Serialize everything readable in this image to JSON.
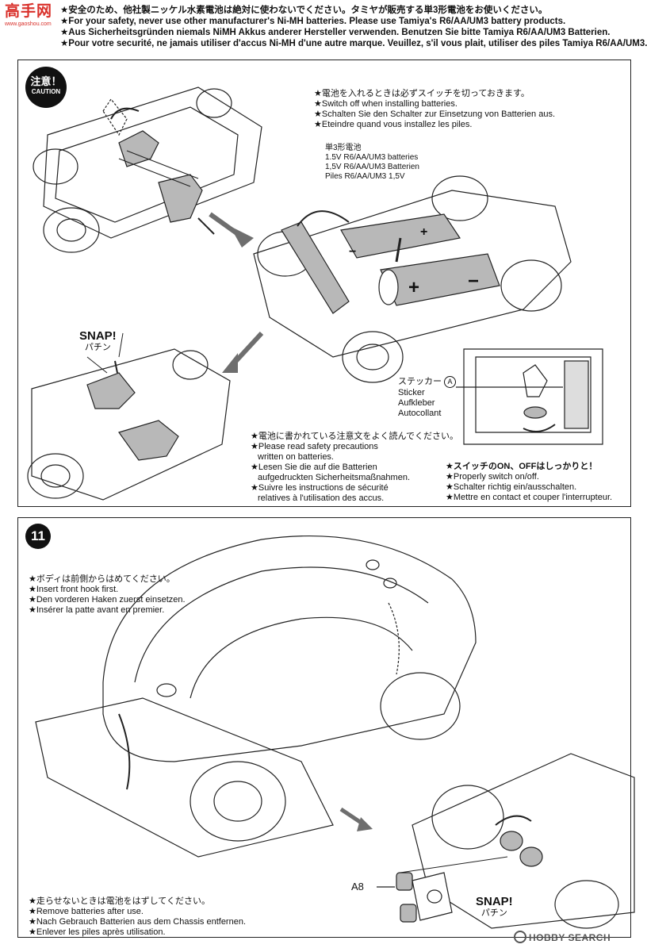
{
  "watermark": {
    "chars": "高手网",
    "url": "www.gaoshou.com"
  },
  "header": {
    "lines": [
      "★安全のため、他社製ニッケル水素電池は絶対に使わないでください。タミヤが販売する単3形電池をお使いください。",
      "★For your safety, never use other manufacturer's Ni-MH batteries. Please use Tamiya's R6/AA/UM3 battery products.",
      "★Aus Sicherheitsgründen niemals NiMH Akkus anderer Hersteller verwenden. Benutzen Sie bitte Tamiya R6/AA/UM3 Batterien.",
      "★Pour votre securité, ne jamais utiliser d'accus Ni-MH d'une autre marque. Veuillez, s'il vous plait, utiliser des piles Tamiya R6/AA/UM3."
    ]
  },
  "caution": {
    "jp": "注意！",
    "en": "CAUTION"
  },
  "switch_off_note": [
    "電池を入れるときは必ずスイッチを切っておきます。",
    "Switch off when installing batteries.",
    "Schalten Sie den Schalter zur Einsetzung von Batterien aus.",
    "Eteindre quand vous installez les piles."
  ],
  "battery_label": [
    "単3形電池",
    "1.5V R6/AA/UM3 batteries",
    "1,5V R6/AA/UM3 Batterien",
    "Piles R6/AA/UM3 1,5V"
  ],
  "snap_top": {
    "en": "SNAP!",
    "jp": "パチン"
  },
  "sticker_label": {
    "jp": "ステッカー",
    "marker": "A",
    "lines": [
      "Sticker",
      "Aufkleber",
      "Autocollant"
    ]
  },
  "safety_note": [
    "★電池に書かれている注意文をよく読んでください。",
    "★Please read safety precautions",
    "written on batteries.",
    "★Lesen Sie die auf die Batterien",
    "aufgedruckten Sicherheitsmaßnahmen.",
    "★Suivre les instructions de sécurité",
    "relatives à l'utilisation des accus."
  ],
  "switch_note": [
    "★スイッチのON、OFFはしっかりと！",
    "★Properly switch on/off.",
    "★Schalter richtig ein/ausschalten.",
    "★Mettre en contact et couper l'interrupteur."
  ],
  "step": {
    "number": "11"
  },
  "body_note": [
    "★ボディは前側からはめてください。",
    "★Insert front hook first.",
    "★Den vorderen Haken zuerst einsetzen.",
    "★Insérer la patte avant en premier."
  ],
  "part_label": "A8",
  "snap_bottom": {
    "en": "SNAP!",
    "jp": "パチン"
  },
  "remove_note": [
    "★走らせないときは電池をはずしてください。",
    "★Remove batteries after use.",
    "★Nach Gebrauch Batterien aus dem Chassis entfernen.",
    "★Enlever les piles après utilisation."
  ],
  "footer": {
    "brand": "HOBBY SEARCH"
  },
  "colors": {
    "gray_fill": "#b8b8b8",
    "dark_gray": "#6e6e6e",
    "watermark_red": "#d9302a"
  }
}
